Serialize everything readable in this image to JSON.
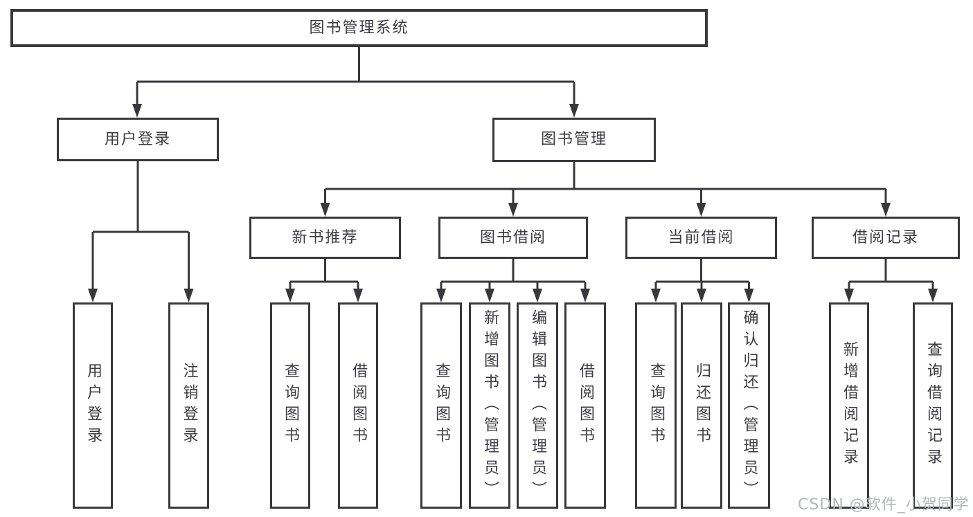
{
  "colors": {
    "line": "#38383c",
    "box_border": "#38383c",
    "text": "#3b3b42",
    "watermark": "#b4b7bb",
    "background": "#ffffff"
  },
  "diagram": {
    "root": {
      "label": "图书管理系统"
    },
    "branches": [
      {
        "label": "用户登录",
        "children": [
          {
            "label": "用户登录"
          },
          {
            "label": "注销登录"
          }
        ]
      },
      {
        "label": "图书管理",
        "children": [
          {
            "label": "新书推荐",
            "children": [
              {
                "label": "查询图书"
              },
              {
                "label": "借阅图书"
              }
            ]
          },
          {
            "label": "图书借阅",
            "children": [
              {
                "label": "查询图书"
              },
              {
                "label": "新增图书（管理员）"
              },
              {
                "label": "编辑图书（管理员）"
              },
              {
                "label": "借阅图书"
              }
            ]
          },
          {
            "label": "当前借阅",
            "children": [
              {
                "label": "查询图书"
              },
              {
                "label": "归还图书"
              },
              {
                "label": "确认归还（管理员）"
              }
            ]
          },
          {
            "label": "借阅记录",
            "children": [
              {
                "label": "新增借阅记录"
              },
              {
                "label": "查询借阅记录"
              }
            ]
          }
        ]
      }
    ],
    "watermark": "CSDN @软件_小贺同学"
  }
}
